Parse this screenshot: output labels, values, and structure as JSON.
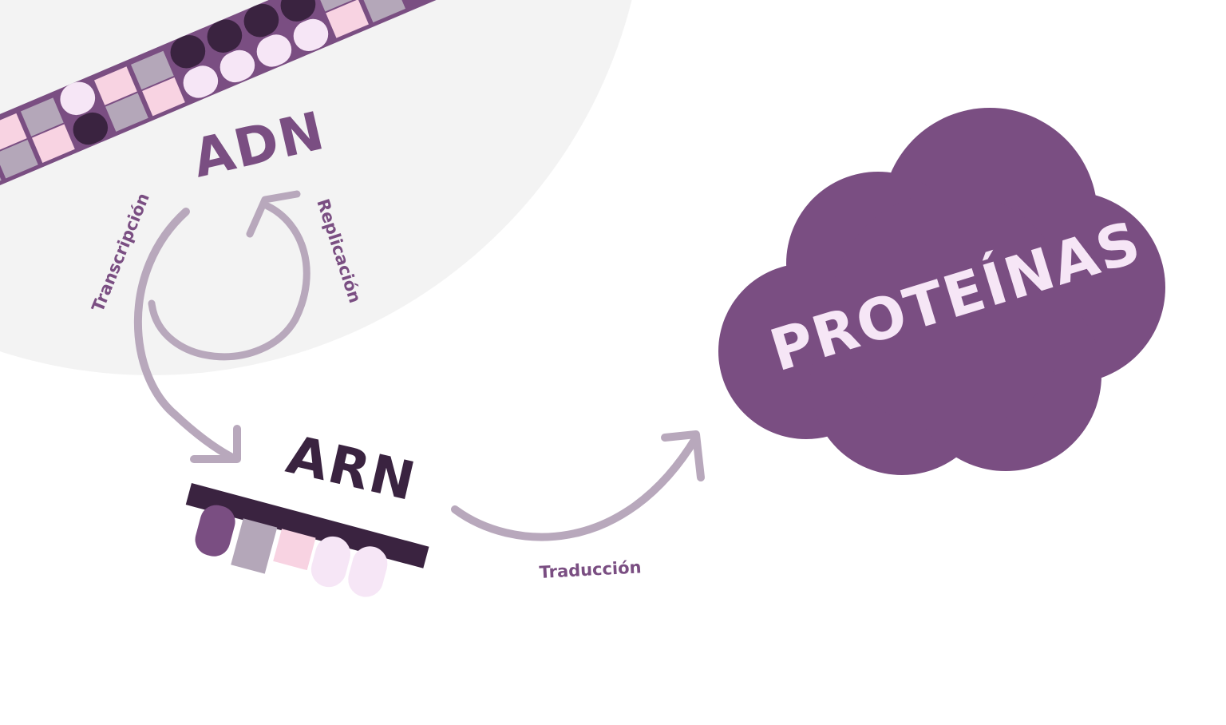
{
  "diagram": {
    "dna_label": "ADN",
    "rna_label": "ARN",
    "protein_label": "PROTEÍNAS",
    "transcription_label": "Transcripción",
    "replication_label": "Replicación",
    "translation_label": "Traducción"
  },
  "colors": {
    "purple": "#7a4e82",
    "dark_purple": "#3a2340",
    "arrow_gray": "#b8a8bc",
    "light_pink": "#f6e6f6",
    "pink": "#f8d3e2",
    "gray_block": "#b4a7b9",
    "background_circle": "#f3f3f3"
  }
}
